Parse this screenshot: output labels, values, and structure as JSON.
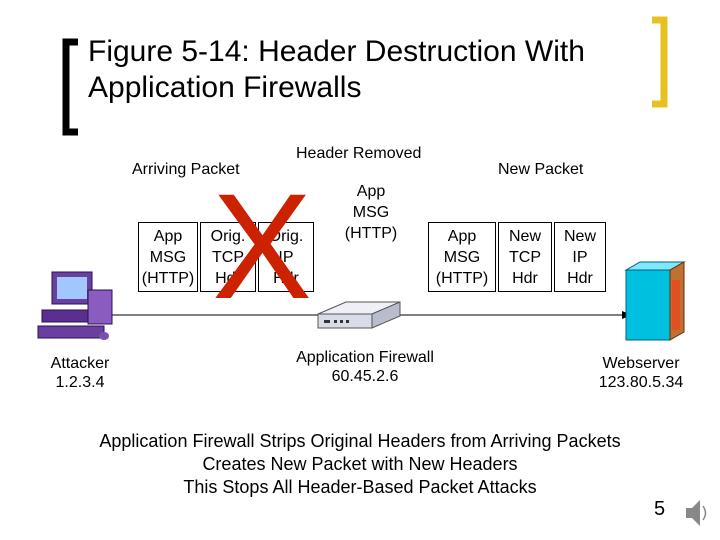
{
  "title": {
    "line1": "Figure 5-14: Header Destruction With",
    "line2": "Application Firewalls"
  },
  "labels": {
    "arriving_packet": "Arriving Packet",
    "header_removed": "Header Removed",
    "new_packet": "New Packet"
  },
  "arriving": {
    "app_msg": "App\nMSG\n(HTTP)",
    "tcp": "Orig.\nTCP\nHdr",
    "ip": "Orig.\nIP\nHdr",
    "strike_mark": "X"
  },
  "removed": {
    "app_msg": "App\nMSG\n(HTTP)"
  },
  "new_packet": {
    "app_msg": "App\nMSG\n(HTTP)",
    "tcp": "New\nTCP\nHdr",
    "ip": "New\nIP\nHdr"
  },
  "nodes": {
    "attacker": {
      "name": "Attacker",
      "address": "1.2.3.4"
    },
    "firewall": {
      "name": "Application Firewall",
      "address": "60.45.2.6"
    },
    "webserver": {
      "name": "Webserver",
      "address": "123.80.5.34"
    }
  },
  "footer": {
    "line1": "Application Firewall Strips Original Headers from Arriving Packets",
    "line2": "Creates New Packet with New Headers",
    "line3": "This Stops All Header-Based Packet Attacks"
  },
  "page_number": "5",
  "colors": {
    "bracket_left": "#000000",
    "bracket_right": "#e8c020",
    "strike": "#cc2200",
    "firewall_body": "#d8dce8",
    "server_body": "#00c0e0"
  },
  "icons": [
    "computer-icon",
    "firewall-appliance-icon",
    "server-icon",
    "speaker-icon"
  ]
}
